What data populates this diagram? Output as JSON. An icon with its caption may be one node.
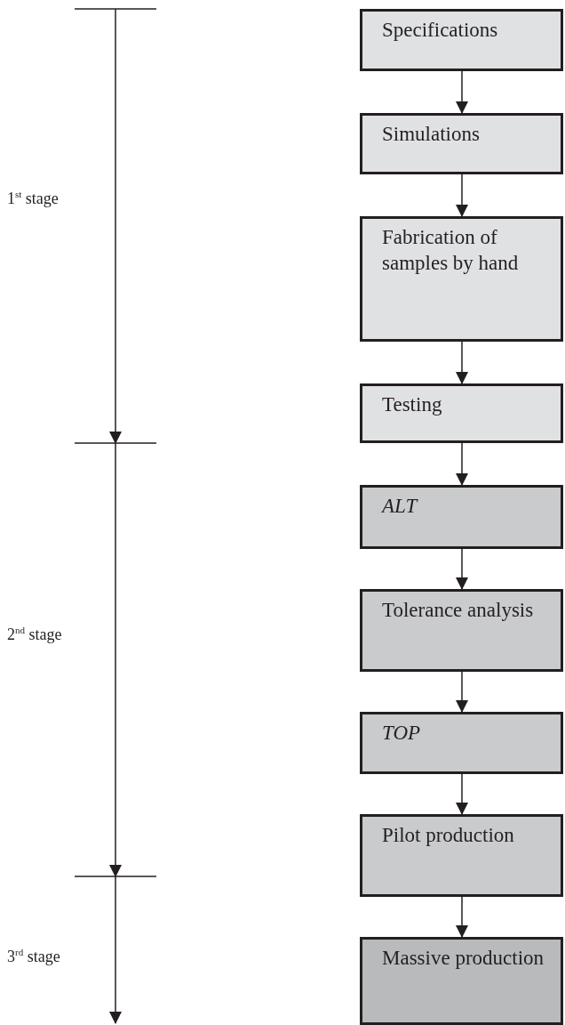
{
  "diagram": {
    "nodes": [
      {
        "text": [
          "Specifications"
        ]
      },
      {
        "text": [
          "Simulations"
        ]
      },
      {
        "text": [
          "Fabrication of samples by hand"
        ]
      },
      {
        "text": [
          "Testing"
        ]
      },
      {
        "text": [
          "ALT"
        ]
      },
      {
        "text": [
          "Tolerance analysis"
        ]
      },
      {
        "text": [
          "TOP"
        ]
      },
      {
        "text": [
          "Pilot production"
        ]
      },
      {
        "text": [
          "Massive production"
        ]
      }
    ],
    "edges": [
      {
        "from": 0,
        "to": 1,
        "arrow": "to"
      },
      {
        "from": 1,
        "to": 2,
        "arrow": "to"
      },
      {
        "from": 2,
        "to": 3,
        "arrow": "to"
      },
      {
        "from": 3,
        "to": 4,
        "arrow": "to"
      },
      {
        "from": 4,
        "to": 5,
        "arrow": "to"
      },
      {
        "from": 5,
        "to": 6,
        "arrow": "to"
      },
      {
        "from": 6,
        "to": 7,
        "arrow": "to"
      },
      {
        "from": 7,
        "to": 8,
        "arrow": "to"
      }
    ],
    "labels": [
      "1$^{st}$ stage",
      "2$^{nd}$ stage",
      "3$^{rd}$ stage"
    ]
  }
}
